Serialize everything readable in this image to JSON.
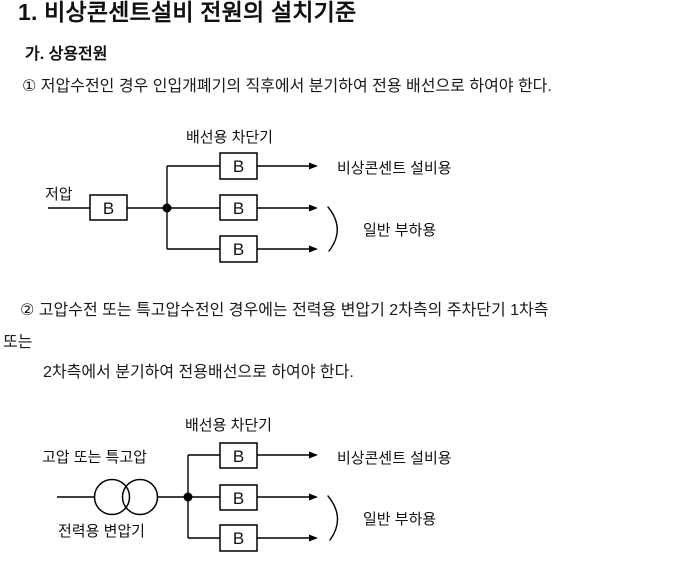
{
  "doc": {
    "title": "1. 비상콘센트설비 전원의 설치기준",
    "section": "가. 상용전원",
    "item1": "① 저압수전인 경우 인입개폐기의 직후에서 분기하여 전용 배선으로 하여야 한다.",
    "item2_line1": "② 고압수전 또는 특고압수전인 경우에는 전력용 변압기 2차측의 주차단기 1차측",
    "item2_line2": "또는",
    "item2_line3": "2차측에서 분기하여 전용배선으로 하여야 한다."
  },
  "diagram1": {
    "breaker_label": "배선용 차단기",
    "source_label": "저압",
    "breaker_symbol": "B",
    "output1_label": "비상콘센트 설비용",
    "output2_label": "일반 부하용"
  },
  "diagram2": {
    "breaker_label": "배선용 차단기",
    "source_label": "고압 또는 특고압",
    "transformer_label": "전력용 변압기",
    "breaker_symbol": "B",
    "output1_label": "비상콘센트 설비용",
    "output2_label": "일반 부하용"
  },
  "colors": {
    "background": "#ffffff",
    "text": "#1a1a1a",
    "line": "#000000"
  }
}
